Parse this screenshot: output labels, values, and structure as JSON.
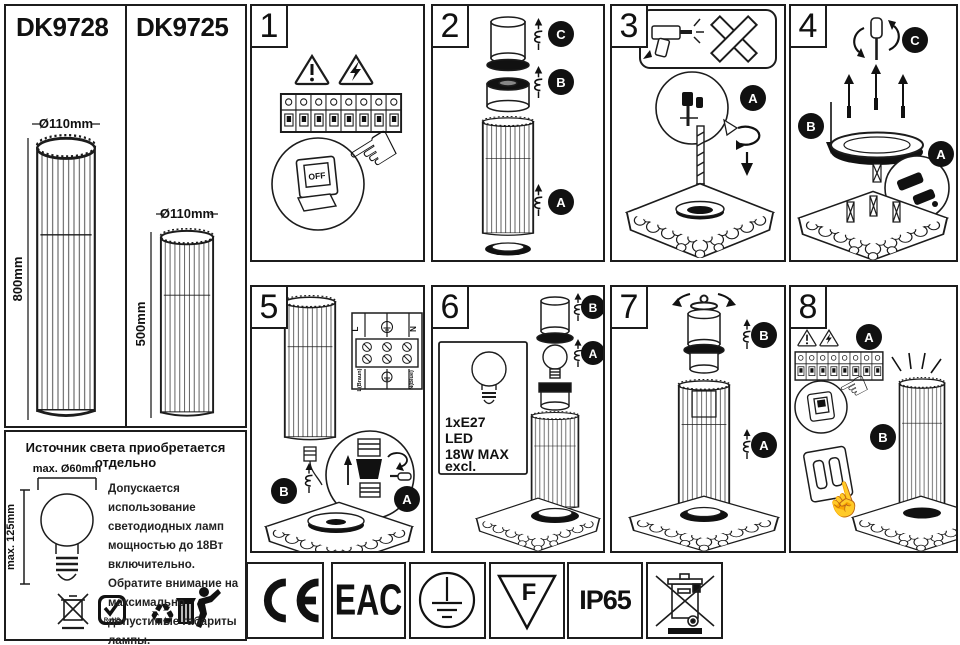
{
  "products": {
    "left": {
      "code": "DK9728",
      "diameter": "Ø110mm",
      "height": "800mm"
    },
    "right": {
      "code": "DK9725",
      "diameter": "Ø110mm",
      "height": "500mm"
    }
  },
  "light_source": {
    "title": "Источник света приобретается отдельно",
    "max_diameter": "max. Ø60mm",
    "max_height": "max. 125mm",
    "note1": "Допускается использование светодиодных ламп мощностью до 18Вт включительно.",
    "note2": "Обратите внимание на максимально допустимые габариты лампы.",
    "rohs": "RoHS"
  },
  "steps": {
    "s1": {
      "num": "1",
      "off": "OFF"
    },
    "s2": {
      "num": "2",
      "a": "A",
      "b": "B",
      "c": "C"
    },
    "s3": {
      "num": "3",
      "a": "A"
    },
    "s4": {
      "num": "4",
      "a": "A",
      "b": "B",
      "c": "C"
    },
    "s5": {
      "num": "5",
      "a": "A",
      "b": "B",
      "l": "L",
      "n": "N",
      "l_wire": "L(Braun)",
      "n_wire": "N(Blue)"
    },
    "s6": {
      "num": "6",
      "a": "A",
      "b": "B",
      "spec1": "1xE27",
      "spec2": "LED",
      "spec3": "18W MAX",
      "spec4": "excl."
    },
    "s7": {
      "num": "7",
      "a": "A",
      "b": "B"
    },
    "s8": {
      "num": "8",
      "a": "A",
      "b": "B"
    }
  },
  "certifications": {
    "ce": "CE",
    "eac": "EAC",
    "f": "F",
    "ip": "IP65"
  },
  "icons": {
    "hand_left": "☜",
    "hand_up": "☝",
    "recycle": "♻"
  }
}
